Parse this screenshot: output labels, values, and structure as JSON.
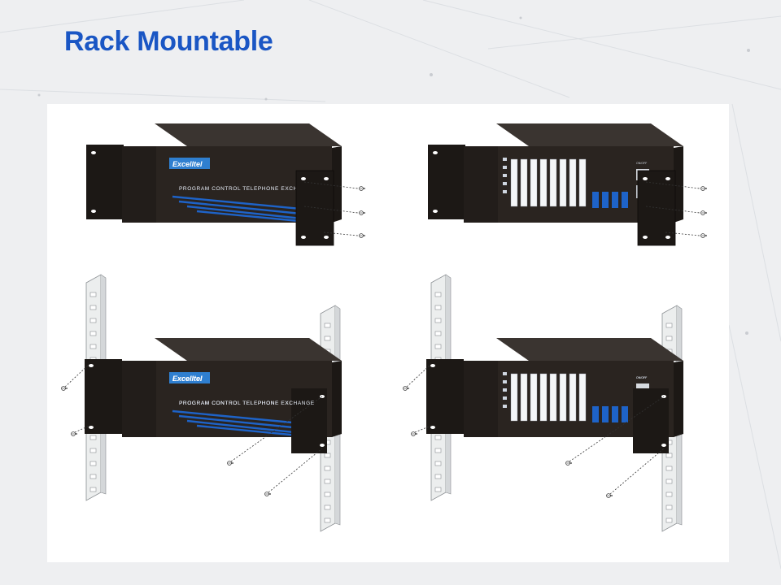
{
  "slide": {
    "title": "Rack Mountable"
  },
  "device": {
    "brand": "Excelltel",
    "product_label": "PROGRAM CONTROL TELEPHONE EXCHANGE",
    "switch_label": "ON/OFF"
  },
  "colors": {
    "title": "#1a56c4",
    "chassis_front": "#2a2420",
    "chassis_top": "#3a3430",
    "chassis_side": "#1c1815",
    "accent_blue": "#1e63c8",
    "logo_blue": "#2f7fd0",
    "rail": "#eceeee"
  }
}
